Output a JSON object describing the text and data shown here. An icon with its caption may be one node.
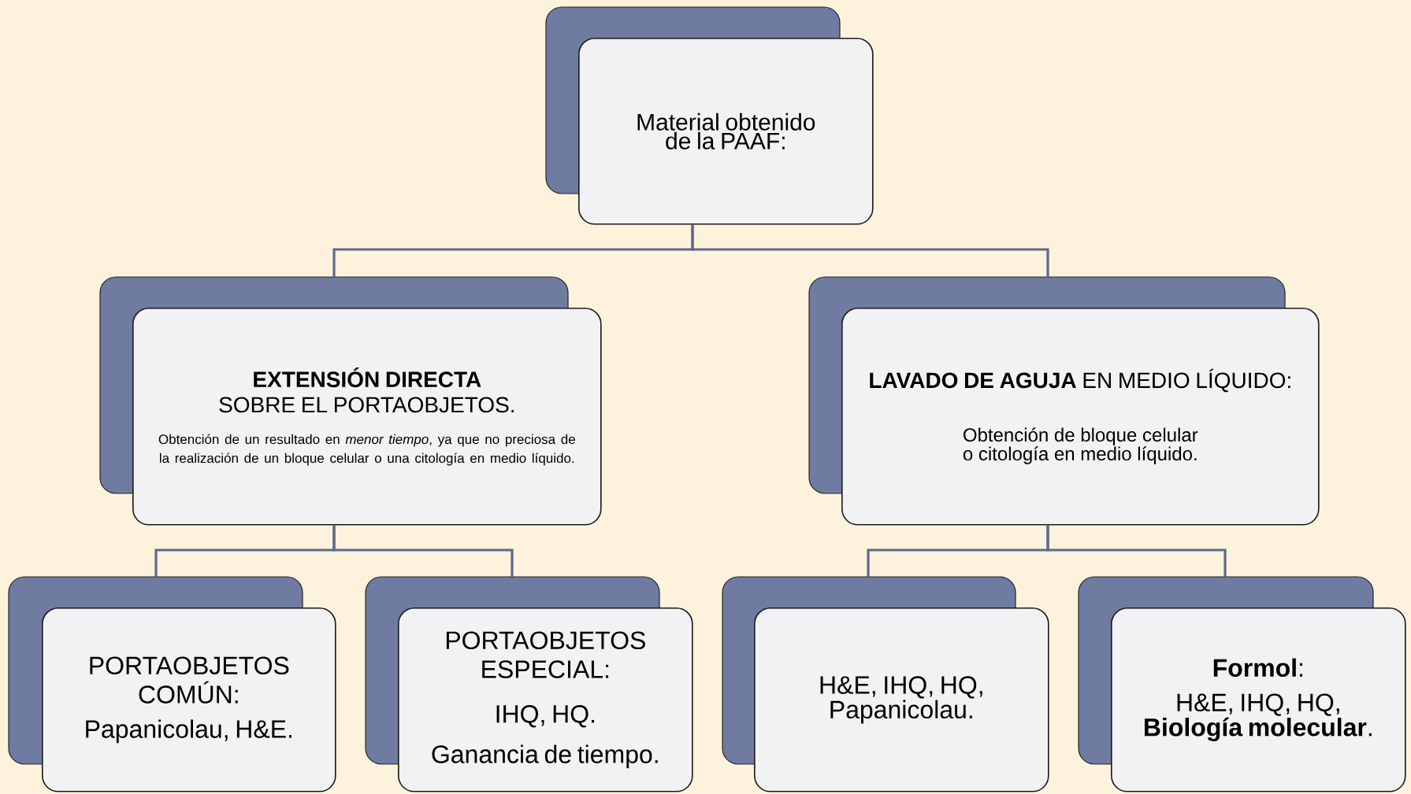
{
  "diagram": {
    "nodes": [
      {
        "text": [
          "Material obtenido de la PAAF:"
        ]
      },
      {
        "text": [
          "**EXTENSIÓN DIRECTA** SOBRE EL PORTAOBJETOS.",
          "Obtención de un resultado en *menor tiempo*, ya que no preciosa de la realización de un bloque celular o una citología en medio líquido."
        ]
      },
      {
        "text": [
          "**LAVADO DE AGUJA** EN MEDIO LÍQUIDO:",
          "Obtención de bloque celular o citología en medio líquido."
        ]
      },
      {
        "text": [
          "PORTAOBJETOS COMÚN:",
          "Papanicolau, H&E."
        ]
      },
      {
        "text": [
          "PORTAOBJETOS ESPECIAL:",
          "IHQ, HQ.",
          "Ganancia de tiempo."
        ]
      },
      {
        "text": [
          "H&E, IHQ, HQ, Papanicolau."
        ]
      },
      {
        "text": [
          "**Formol**:",
          "H&E, IHQ, HQ, **Biología molecular**."
        ]
      }
    ],
    "edges": [
      {
        "from": 0,
        "to": 1,
        "arrow": "none"
      },
      {
        "from": 0,
        "to": 2,
        "arrow": "none"
      },
      {
        "from": 1,
        "to": 3,
        "arrow": "none"
      },
      {
        "from": 1,
        "to": 4,
        "arrow": "none"
      },
      {
        "from": 2,
        "to": 5,
        "arrow": "none"
      },
      {
        "from": 2,
        "to": 6,
        "arrow": "none"
      }
    ]
  }
}
